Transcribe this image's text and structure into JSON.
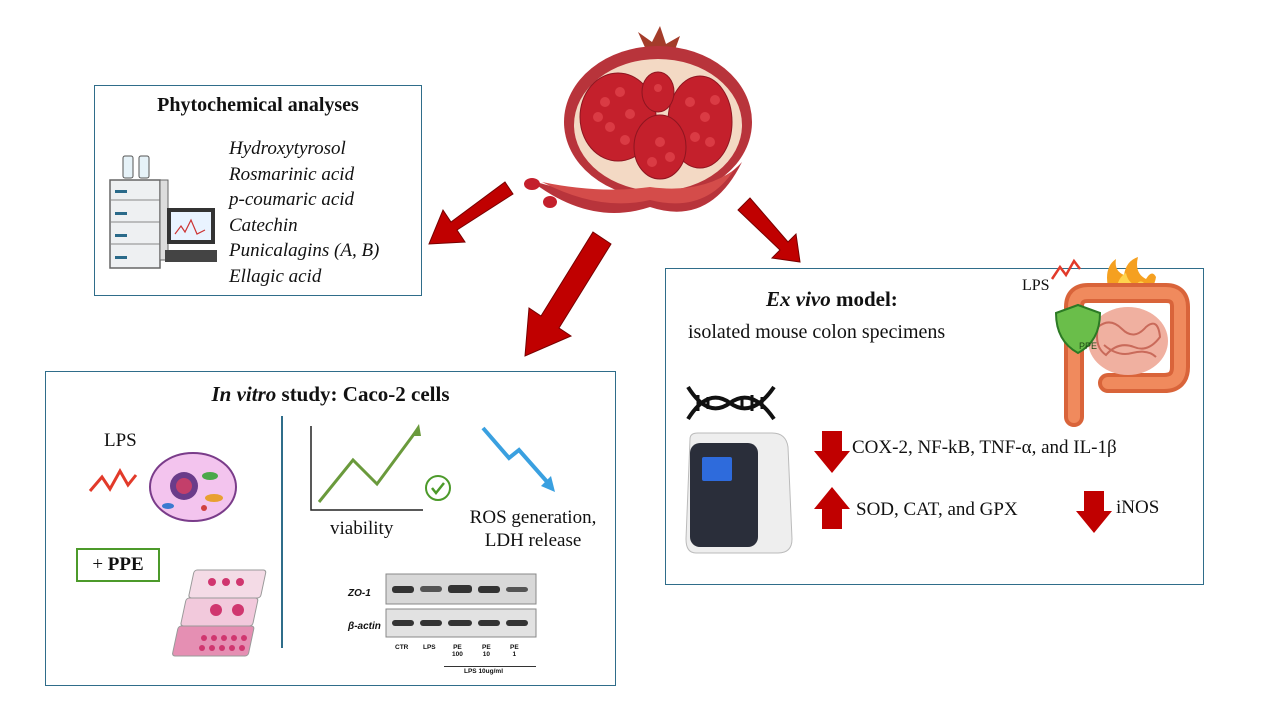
{
  "phyto": {
    "title": "Phytochemical analyses",
    "compounds": [
      "Hydroxytyrosol",
      "Rosmarinic acid",
      "p-coumaric acid",
      "Catechin",
      "Punicalagins (A, B)",
      "Ellagic acid"
    ]
  },
  "invitro": {
    "title_italic": "In vitro",
    "title_rest": " study: Caco-2 cells",
    "lps": "LPS",
    "ppe_plus": "+ ",
    "ppe": "PPE",
    "viability": "viability",
    "ros_line1": "ROS generation,",
    "ros_line2": "LDH release",
    "blot": {
      "row1": "ZO-1",
      "row2": "β-actin",
      "lanes": [
        "CTR",
        "LPS",
        "PE\n100",
        "PE\n10",
        "PE\n1"
      ],
      "footer": "LPS 10ug/ml"
    }
  },
  "exvivo": {
    "title_italic": "Ex vivo",
    "title_rest": " model:",
    "subtitle": "isolated mouse colon specimens",
    "lps": "LPS",
    "ppe_badge": "PPE",
    "down_markers": "COX-2, NF-kB, TNF-α, and IL-1β",
    "up_markers": "SOD, CAT, and GPX",
    "inos": "iNOS"
  },
  "colors": {
    "box_border": "#2f6d8a",
    "arrow_red": "#c00000",
    "trend_green": "#6a9a3c",
    "trend_blue": "#3aa0e0",
    "ppe_border": "#4c9a2a"
  }
}
